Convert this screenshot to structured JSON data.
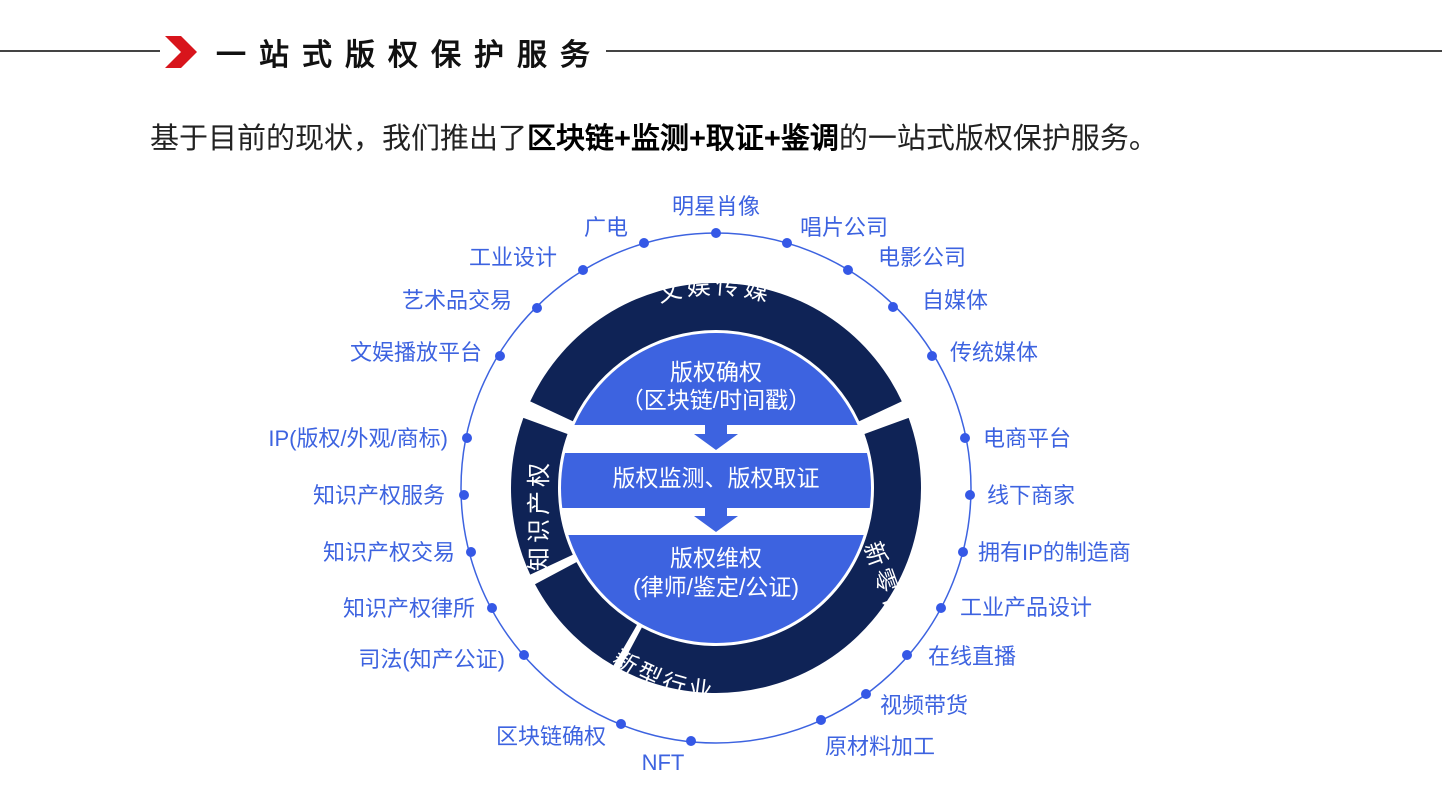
{
  "title": "一站式版权保护服务",
  "intro": {
    "prefix": "基于目前的现状，我们推出了",
    "highlight": "区块链+监测+取证+鉴调",
    "suffix": "的一站式版权保护服务。"
  },
  "colors": {
    "navy": "#0f2356",
    "blue": "#3d63e0",
    "accent_red": "#d8151c",
    "dot": "#3558e6"
  },
  "ring_segments": {
    "top": "文娱传媒",
    "left": "知识产权",
    "right": "新零售",
    "bottom": "新型行业"
  },
  "inner_steps": [
    {
      "line1": "版权确权",
      "line2": "（区块链/时间戳）"
    },
    {
      "line1": "版权监测、版权取证",
      "line2": ""
    },
    {
      "line1": "版权维权",
      "line2": "(律师/鉴定/公证)"
    }
  ],
  "outer_labels": [
    "明星肖像",
    "唱片公司",
    "电影公司",
    "自媒体",
    "传统媒体",
    "广电",
    "工业设计",
    "艺术品交易",
    "文娱播放平台",
    "IP(版权/外观/商标)",
    "知识产权服务",
    "知识产权交易",
    "知识产权律所",
    "司法(知产公证)",
    "电商平台",
    "线下商家",
    "拥有IP的制造商",
    "工业产品设计",
    "在线直播",
    "视频带货",
    "原材料加工",
    "区块链确权",
    "NFT"
  ]
}
